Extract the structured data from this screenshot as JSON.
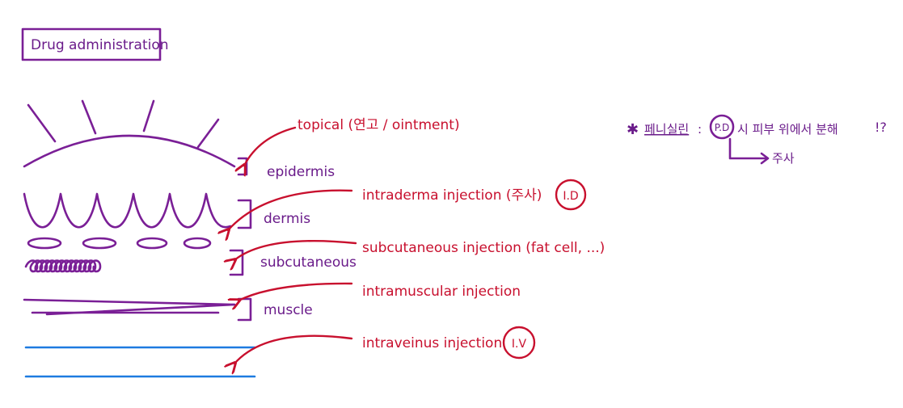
{
  "title": "Drug administration",
  "layers": {
    "epidermis": "epidermis",
    "dermis": "dermis",
    "subcutaneous": "subcutaneous",
    "muscle": "muscle"
  },
  "injections": {
    "topical": "topical (연고 / ointment)",
    "intradermal": "intraderma injection (주사)",
    "intradermal_badge": "I.D",
    "subcutaneous": "subcutaneous injection (fat cell, ...)",
    "intramuscular": "intramuscular injection",
    "intravenous": "intraveinus injection",
    "intravenous_badge": "I.V"
  },
  "note": {
    "star": "✱",
    "term": "페니실린",
    "colon": ":",
    "badge": "P.D",
    "text": "시 피부 위에서 분해",
    "mark": "!?",
    "arrow_label": "주사"
  },
  "colors": {
    "purple": "#7a1f96",
    "red": "#c8102e",
    "blue": "#1e7be0"
  }
}
